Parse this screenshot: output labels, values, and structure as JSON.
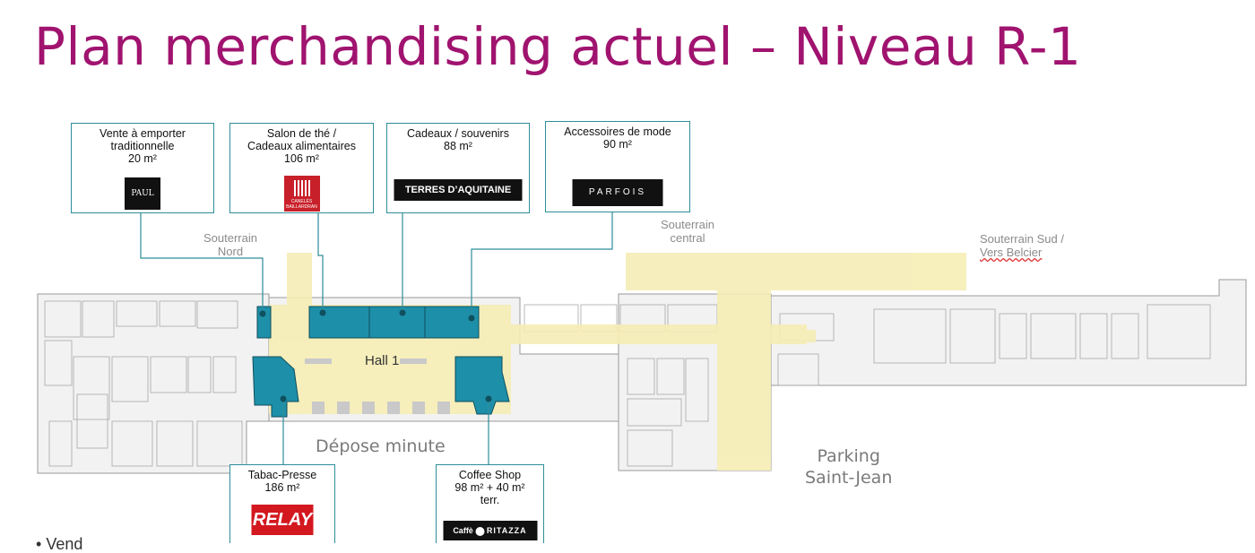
{
  "title": "Plan merchandising actuel – Niveau R-1",
  "callouts": {
    "paul": {
      "line1": "Vente à emporter",
      "line2": "traditionnelle",
      "area": "20 m²",
      "logo": "PAUL"
    },
    "salon": {
      "line1": "Salon de thé /",
      "line2": "Cadeaux alimentaires",
      "area": "106 m²",
      "logo_line1": "CANELÉS",
      "logo_line2": "BAILLARDRAN"
    },
    "cadeaux": {
      "line1": "Cadeaux / souvenirs",
      "area": "88 m²",
      "logo": "TERRES D’AQUITAINE"
    },
    "accessoires": {
      "line1": "Accessoires de mode",
      "area": "90 m²",
      "logo": "PARFOIS"
    },
    "tabac": {
      "line1": "Tabac-Presse",
      "area": "186 m²",
      "logo": "RELAY"
    },
    "coffee": {
      "line1": "Coffee Shop",
      "line2": "98 m² + 40 m²",
      "line3": "terr.",
      "logo_a": "Caffè",
      "logo_b": "RITAZZA"
    }
  },
  "map_labels": {
    "souterrain_nord_1": "Souterrain",
    "souterrain_nord_2": "Nord",
    "souterrain_central_1": "Souterrain",
    "souterrain_central_2": "central",
    "souterrain_sud_1": "Souterrain Sud /",
    "souterrain_sud_2": "Vers Belcier",
    "hall": "Hall 1",
    "depose": "Dépose minute",
    "parking_1": "Parking",
    "parking_2": "Saint-Jean"
  },
  "footer_text": "Vend",
  "colors": {
    "title": "#a0136f",
    "shop": "#1e8fa8",
    "corridor": "#f6edb5",
    "leader": "#2e8d9a"
  }
}
